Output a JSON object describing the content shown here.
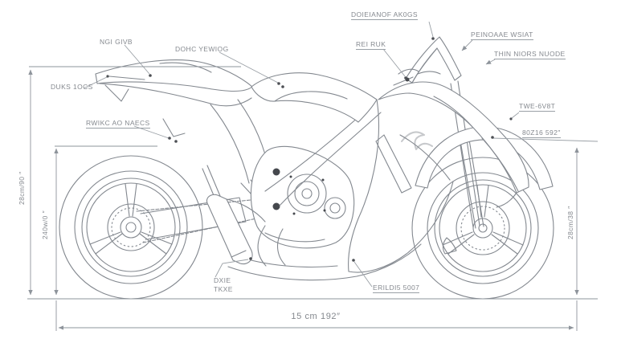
{
  "part_labels": {
    "tail_cowl": "NGI GIVB",
    "fuel_tank": "DOHC YEWIOG",
    "rear_seat": "DUKS 1OCS",
    "rear_footrest": "RWIKC AO NAECS",
    "windscreen": "DOIEIANOF AK0GS",
    "handlebar": "REI RUK",
    "mirror_mount": "PEINOAAE WSIAT",
    "front_fairing": "THIN NIORS NUODE",
    "headlight_nose": "TWE-6V8T",
    "exhaust_line1": "DXIE",
    "exhaust_line2": "TKXE",
    "lower_cowl": "ERILDI5 5007"
  },
  "dimensions": {
    "overall_height": "28cm/90 ″",
    "seat_height": "240w/0 ″",
    "front_reference": "80Z16 592″",
    "front_height": "28cm/38 ″",
    "overall_length": "15 cm 192″"
  },
  "colors": {
    "line": "#83888f",
    "dimension_line": "#989da3",
    "text": "#85898f",
    "background": "#ffffff",
    "dot": "#4c4f54"
  }
}
